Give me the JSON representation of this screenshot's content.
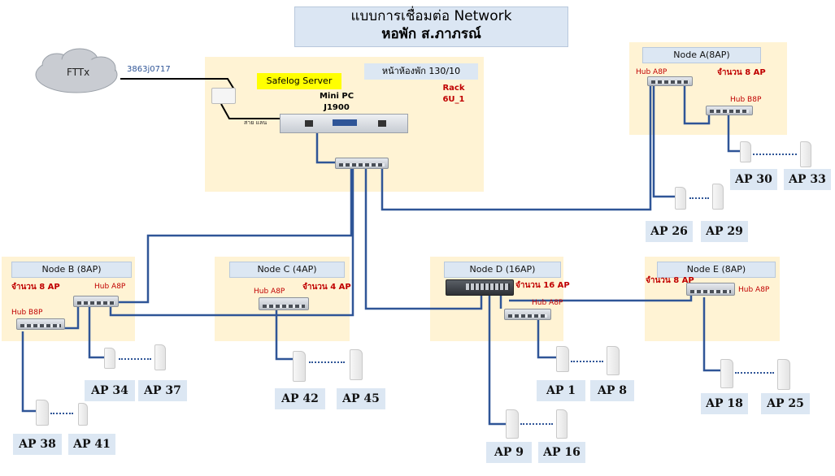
{
  "title": {
    "line1": "แบบการเชื่อมต่อ Network",
    "line2": "หอพัก ส.ภาภรณ์"
  },
  "internet": {
    "label": "FTTx",
    "circuit_id": "3863j0717"
  },
  "server_room": {
    "room_label": "หน้าห้องพัก 130/10",
    "server_label": "Safelog Server",
    "pc_line1": "Mini PC",
    "pc_line2": "J1900",
    "rack_line1": "Rack",
    "rack_line2": "6U_1",
    "wan_label": "สาย แลน"
  },
  "nodes": {
    "a": {
      "label": "Node A(8AP)",
      "count": "จำนวน 8 AP",
      "hub1": "Hub A8P",
      "hub2": "Hub B8P",
      "aps": [
        "AP 30",
        "AP 33",
        "AP 26",
        "AP 29"
      ]
    },
    "b": {
      "label": "Node B (8AP)",
      "count": "จำนวน 8 AP",
      "hub1": "Hub A8P",
      "hub2": "Hub B8P",
      "aps": [
        "AP 34",
        "AP 37",
        "AP 38",
        "AP 41"
      ]
    },
    "c": {
      "label": "Node C (4AP)",
      "count": "จำนวน 4 AP",
      "hub1": "Hub A8P",
      "aps": [
        "AP 42",
        "AP 45"
      ]
    },
    "d": {
      "label": "Node D (16AP)",
      "count": "จำนวน 16 AP",
      "hub1": "Hub A8P",
      "aps": [
        "AP 1",
        "AP 8",
        "AP 9",
        "AP 16"
      ]
    },
    "e": {
      "label": "Node E (8AP)",
      "count": "จำนวน 8 AP",
      "hub1": "Hub A8P",
      "aps": [
        "AP 18",
        "AP 25"
      ]
    }
  },
  "colors": {
    "wire": "#2f5597",
    "zone": "#fff3d4",
    "label_bg": "#dce7f3",
    "red_text": "#c00000"
  }
}
